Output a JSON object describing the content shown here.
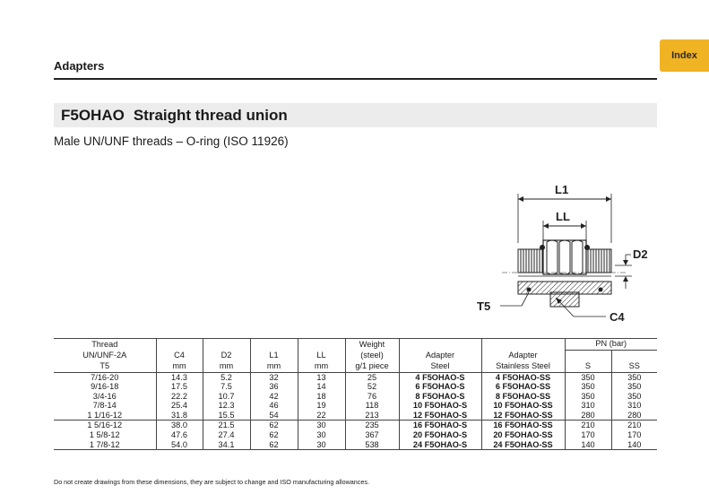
{
  "index_tab": "Index",
  "section_title": "Adapters",
  "product": {
    "code": "F5OHAO",
    "name": "Straight thread union",
    "subtitle": "Male UN/UNF threads – O-ring (ISO 11926)"
  },
  "drawing_labels": {
    "l1": "L1",
    "ll": "LL",
    "d2": "D2",
    "t5": "T5",
    "c4": "C4"
  },
  "table": {
    "headers": {
      "thread_l1": "Thread",
      "thread_l2": "UN/UNF-2A",
      "thread_l3": "T5",
      "c4": "C4",
      "d2": "D2",
      "l1": "L1",
      "ll": "LL",
      "mm": "mm",
      "weight_l1": "Weight",
      "weight_l2": "(steel)",
      "weight_l3": "g/1 piece",
      "adapter": "Adapter",
      "steel": "Steel",
      "stainless": "Stainless Steel",
      "pn": "PN (bar)",
      "s": "S",
      "ss": "SS"
    },
    "rows": [
      [
        "7/16-20",
        "14.3",
        "5.2",
        "32",
        "13",
        "25",
        "4 F5OHAO-S",
        "4 F5OHAO-SS",
        "350",
        "350"
      ],
      [
        "9/16-18",
        "17.5",
        "7.5",
        "36",
        "14",
        "52",
        "6 F5OHAO-S",
        "6 F5OHAO-SS",
        "350",
        "350"
      ],
      [
        "3/4-16",
        "22.2",
        "10.7",
        "42",
        "18",
        "76",
        "8 F5OHAO-S",
        "8 F5OHAO-SS",
        "350",
        "350"
      ],
      [
        "7/8-14",
        "25.4",
        "12.3",
        "46",
        "19",
        "118",
        "10 F5OHAO-S",
        "10 F5OHAO-SS",
        "310",
        "310"
      ],
      [
        "1 1/16-12",
        "31.8",
        "15.5",
        "54",
        "22",
        "213",
        "12 F5OHAO-S",
        "12 F5OHAO-SS",
        "280",
        "280"
      ],
      [
        "1 5/16-12",
        "38.0",
        "21.5",
        "62",
        "30",
        "235",
        "16 F5OHAO-S",
        "16 F5OHAO-SS",
        "210",
        "210"
      ],
      [
        "1 5/8-12",
        "47.6",
        "27.4",
        "62",
        "30",
        "367",
        "20 F5OHAO-S",
        "20 F5OHAO-SS",
        "170",
        "170"
      ],
      [
        "1 7/8-12",
        "54.0",
        "34.1",
        "62",
        "30",
        "538",
        "24 F5OHAO-S",
        "24 F5OHAO-SS",
        "140",
        "140"
      ]
    ]
  },
  "footnote": "Do not create drawings from these dimensions, they are subject to change and ISO manufacturing allowances."
}
